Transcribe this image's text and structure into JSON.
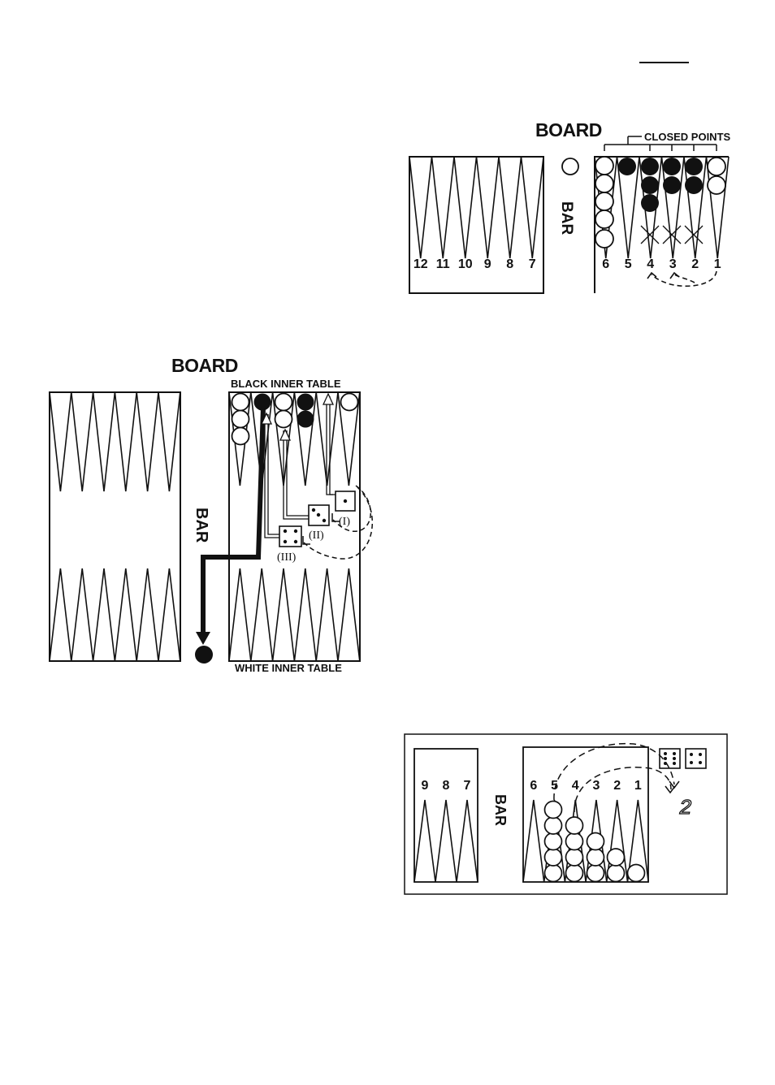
{
  "top_rule": "",
  "diagram1": {
    "title": "BOARD",
    "closed_points_label": "CLOSED POINTS",
    "bar_label": "BAR",
    "left_numbers": [
      "12",
      "11",
      "10",
      "9",
      "8",
      "7"
    ],
    "right_numbers": [
      "6",
      "5",
      "4",
      "3",
      "2",
      "1"
    ]
  },
  "diagram2": {
    "title": "BOARD",
    "top_label": "BLACK INNER TABLE",
    "bottom_label": "WHITE INNER TABLE",
    "bar_label": "BAR",
    "dice_labels": [
      "(I)",
      "(II)",
      "(III)"
    ]
  },
  "diagram3": {
    "bar_label": "BAR",
    "left_numbers": [
      "9",
      "8",
      "7"
    ],
    "right_numbers": [
      "6",
      "5",
      "4",
      "3",
      "2",
      "1"
    ],
    "result_digit": "2"
  },
  "colors": {
    "ink": "#111111",
    "paper": "#ffffff"
  }
}
